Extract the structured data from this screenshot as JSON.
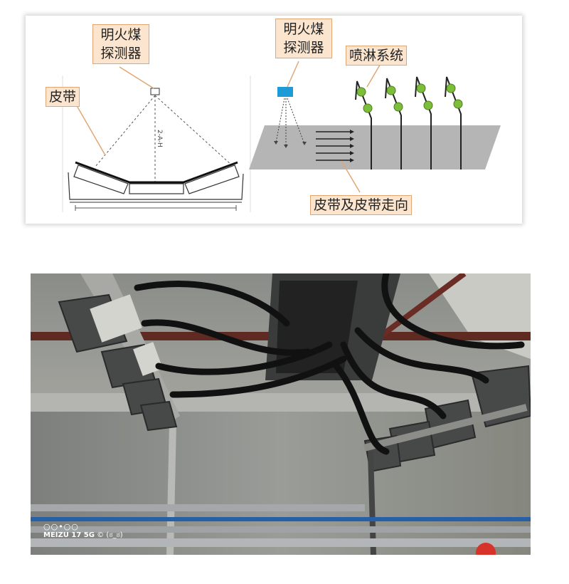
{
  "diagram": {
    "left_panel": {
      "detector_label": "明火煤\n探测器",
      "belt_label": "皮带"
    },
    "right_panel": {
      "detector_label": "明火煤\n探测器",
      "spray_label": "喷淋系统",
      "direction_label": "皮带及皮带走向"
    },
    "colors": {
      "label_fill": "#fbe5cf",
      "label_border": "#e0a775",
      "detector_blue": "#1e9bd7",
      "spray_green": "#7cbd3a",
      "belt_gray": "#b5b5b5"
    }
  },
  "photo": {
    "watermark": {
      "dots": "○○•○○",
      "device": "MEIZU 17 5G",
      "credit": "© (ಠ_ಠ)"
    }
  }
}
